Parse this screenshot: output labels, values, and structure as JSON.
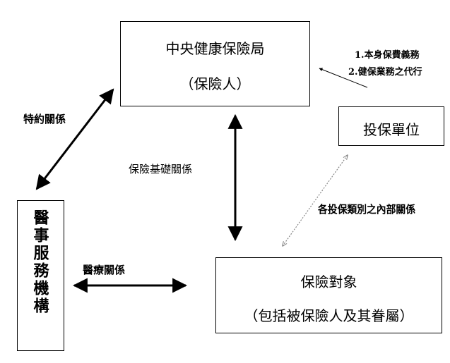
{
  "nodes": {
    "nhi": {
      "line1": "中央健康保險局",
      "line2": "（保險人）"
    },
    "unit": {
      "line1": "投保單位"
    },
    "medical": {
      "label": "醫事服務機構"
    },
    "insured": {
      "line1": "保險對象",
      "line2": "（包括被保險人及其眷屬）"
    }
  },
  "relations": {
    "contract": "特約關係",
    "basic": "保險基礎關係",
    "care": "醫療關係",
    "internal": "各投保類別之內部關係",
    "duty1": "1.本身保費義務",
    "duty2": "2.健保業務之代行"
  },
  "colors": {
    "line": "#000000",
    "dotted": "#888888"
  }
}
